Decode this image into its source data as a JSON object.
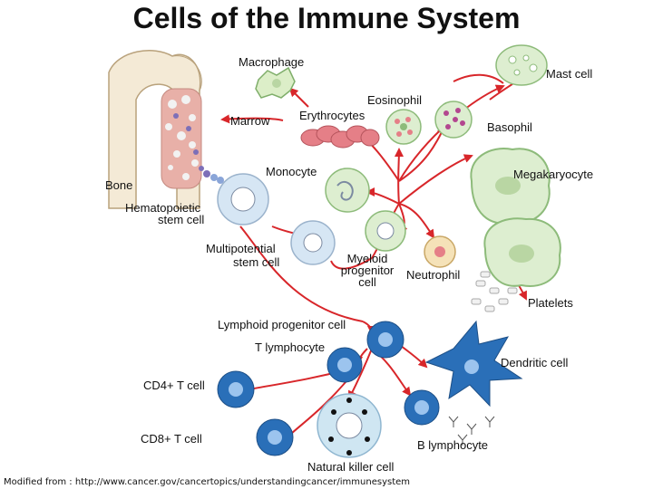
{
  "title": "Cells of the Immune System",
  "labels": {
    "macrophage": "Macrophage",
    "mast_cell": "Mast cell",
    "eosinophil": "Eosinophil",
    "erythrocytes": "Erythrocytes",
    "marrow": "Marrow",
    "basophil": "Basophil",
    "monocyte": "Monocyte",
    "megakaryocyte": "Megakaryocyte",
    "bone": "Bone",
    "hematopoietic_line1": "Hematopoietic",
    "hematopoietic_line2": "stem cell",
    "multipotential_line1": "Multipotential",
    "multipotential_line2": "stem cell",
    "myeloid_line1": "Myeloid",
    "myeloid_line2": "progenitor",
    "myeloid_line3": "cell",
    "neutrophil": "Neutrophil",
    "platelets": "Platelets",
    "lymphoid_progenitor": "Lymphoid progenitor cell",
    "t_lymphocyte": "T lymphocyte",
    "dendritic_cell": "Dendritic cell",
    "cd4_t_cell": "CD4+ T cell",
    "cd8_t_cell": "CD8+ T cell",
    "b_lymphocyte": "B lymphocyte",
    "natural_killer_cell": "Natural killer cell"
  },
  "credit": "Modified from : http://www.cancer.gov/cancertopics/understandingcancer/immunesystem",
  "colors": {
    "arrow": "#d8262a",
    "lymphoid_cell": "#2a6fb8",
    "stem_cell": "#d6e6f4",
    "myeloid_cell": "#ddeed0",
    "myeloid_outline": "#8dbb7a",
    "erythrocyte": "#e57f87",
    "bone": "#f4ead6",
    "marrow": "#e8b0a8",
    "nk_cell": "#cfe6f2"
  }
}
